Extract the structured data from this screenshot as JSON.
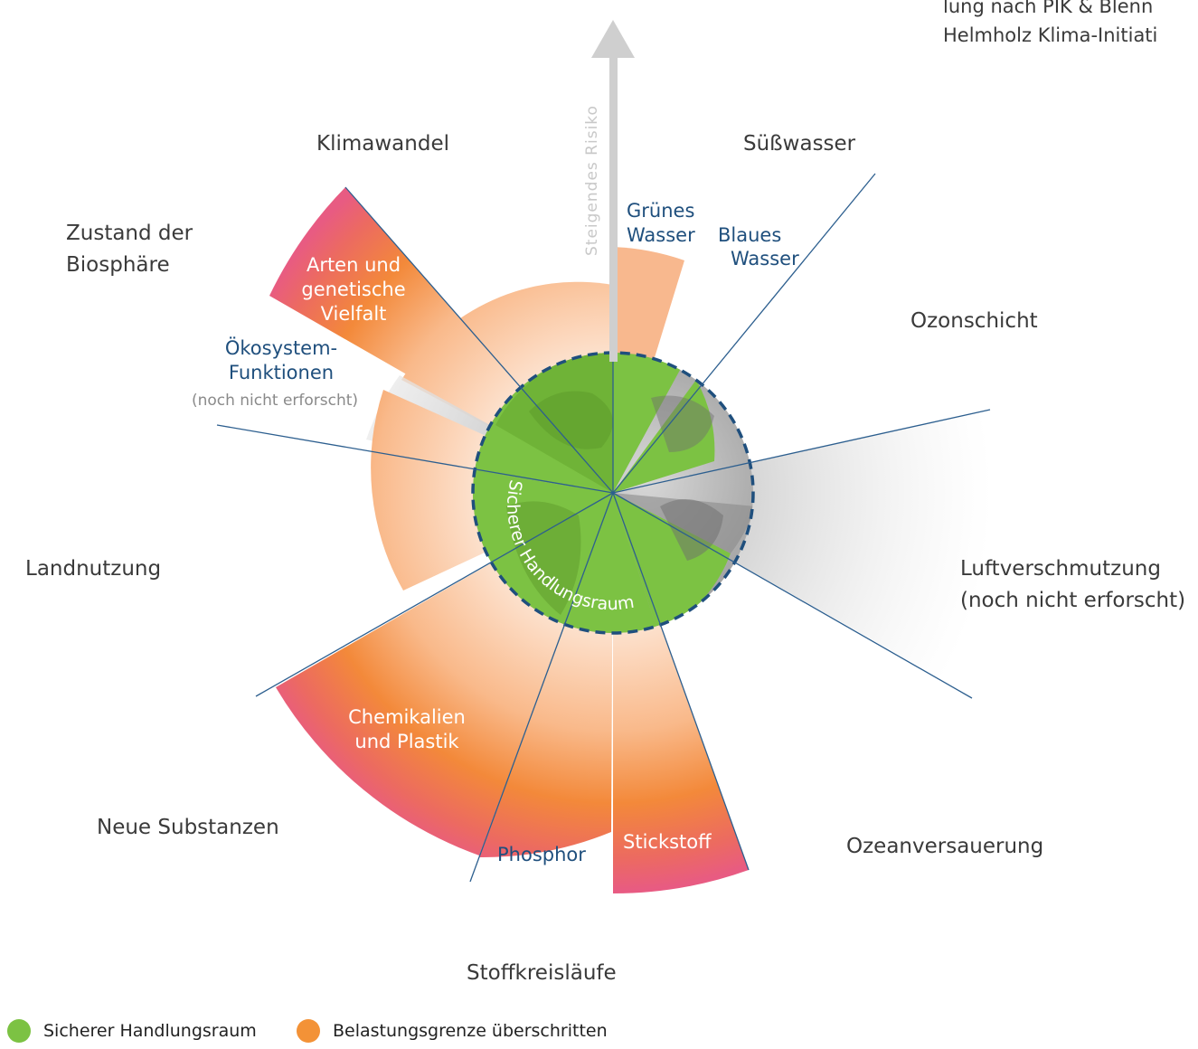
{
  "source_lines": [
    "lung nach PIK & Blenn",
    "Helmholz Klima-Initiati"
  ],
  "risk_arrow_label": "Steigendes Risiko",
  "center_label": "Sicherer Handlungsraum",
  "outer_labels": {
    "climate": "Klimawandel",
    "freshwater": "Süßwasser",
    "biosphere": [
      "Zustand der",
      "Biosphäre"
    ],
    "ozone": "Ozonschicht",
    "land_use": "Landnutzung",
    "aerosols": [
      "Luftverschmutzung",
      "(noch nicht erforscht)"
    ],
    "novel_entities": "Neue Substanzen",
    "ocean": "Ozeanversauerung",
    "biogeochemical": "Stoffkreisläufe"
  },
  "inner_labels": {
    "green_water": [
      "Grünes",
      "Wasser"
    ],
    "blue_water": [
      "Blaues",
      "Wasser"
    ],
    "genetic": [
      "Arten und",
      "genetische",
      "Vielfalt"
    ],
    "functional": [
      "Ökosystem-",
      "Funktionen"
    ],
    "functional_note": "(noch nicht erforscht)",
    "chemicals": [
      "Chemikalien",
      "und Plastik"
    ],
    "phosphorus": "Phosphor",
    "nitrogen": "Stickstoff"
  },
  "legend": [
    {
      "label": "Sicherer Handlungsraum",
      "color": "#7cc243"
    },
    {
      "label": "Belastungsgrenze überschritten",
      "color": "#f39237"
    }
  ],
  "colors": {
    "safe": "#7cc243",
    "exceeded": "#f39237",
    "high_risk": "#e8597a",
    "unknown": "#d9d9d9",
    "boundary_line": "#1f4f7d"
  },
  "icons": {
    "arrow": "arrow-up-icon",
    "globe": "globe-icon"
  }
}
